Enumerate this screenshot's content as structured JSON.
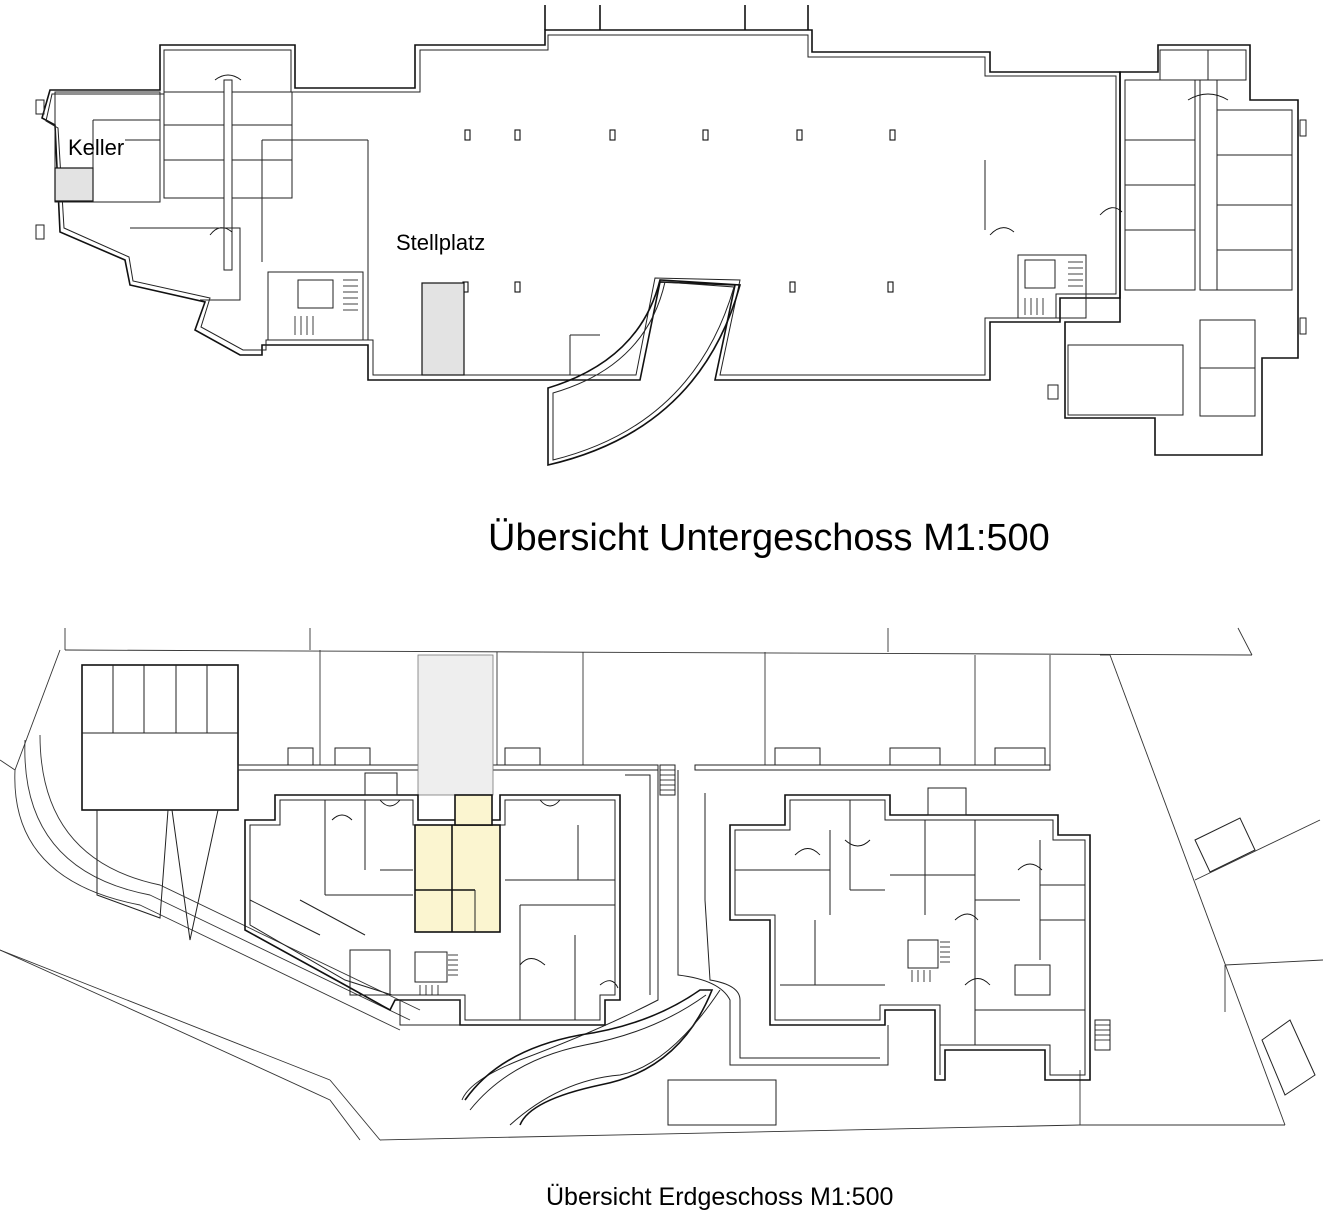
{
  "labels": {
    "keller": "Keller",
    "stellplatz": "Stellplatz"
  },
  "titles": {
    "upper": "Übersicht Untergeschoss M1:500",
    "lower": "Übersicht Erdgeschoss M1:500"
  },
  "colors": {
    "highlight_grey": "#e3e3e3",
    "highlight_yellow": "#fbf5d0",
    "line": "#111111"
  }
}
